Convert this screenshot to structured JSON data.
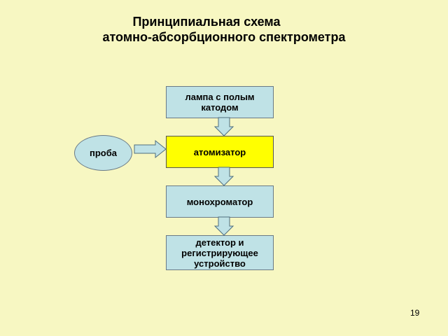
{
  "title": {
    "line1": "Принципиальная схема",
    "line2": "атомно-абсорбционного спектрометра"
  },
  "nodes": {
    "lamp": "лампа с полым катодом",
    "atomizer": "атомизатор",
    "monochromator": "монохроматор",
    "detector": "детектор и регистрирующее устройство",
    "probe": "проба"
  },
  "colors": {
    "background": "#F7F7C2",
    "box_fill": "#BFE2E6",
    "atomizer_fill": "#FFFF00"
  },
  "page_number": "19"
}
